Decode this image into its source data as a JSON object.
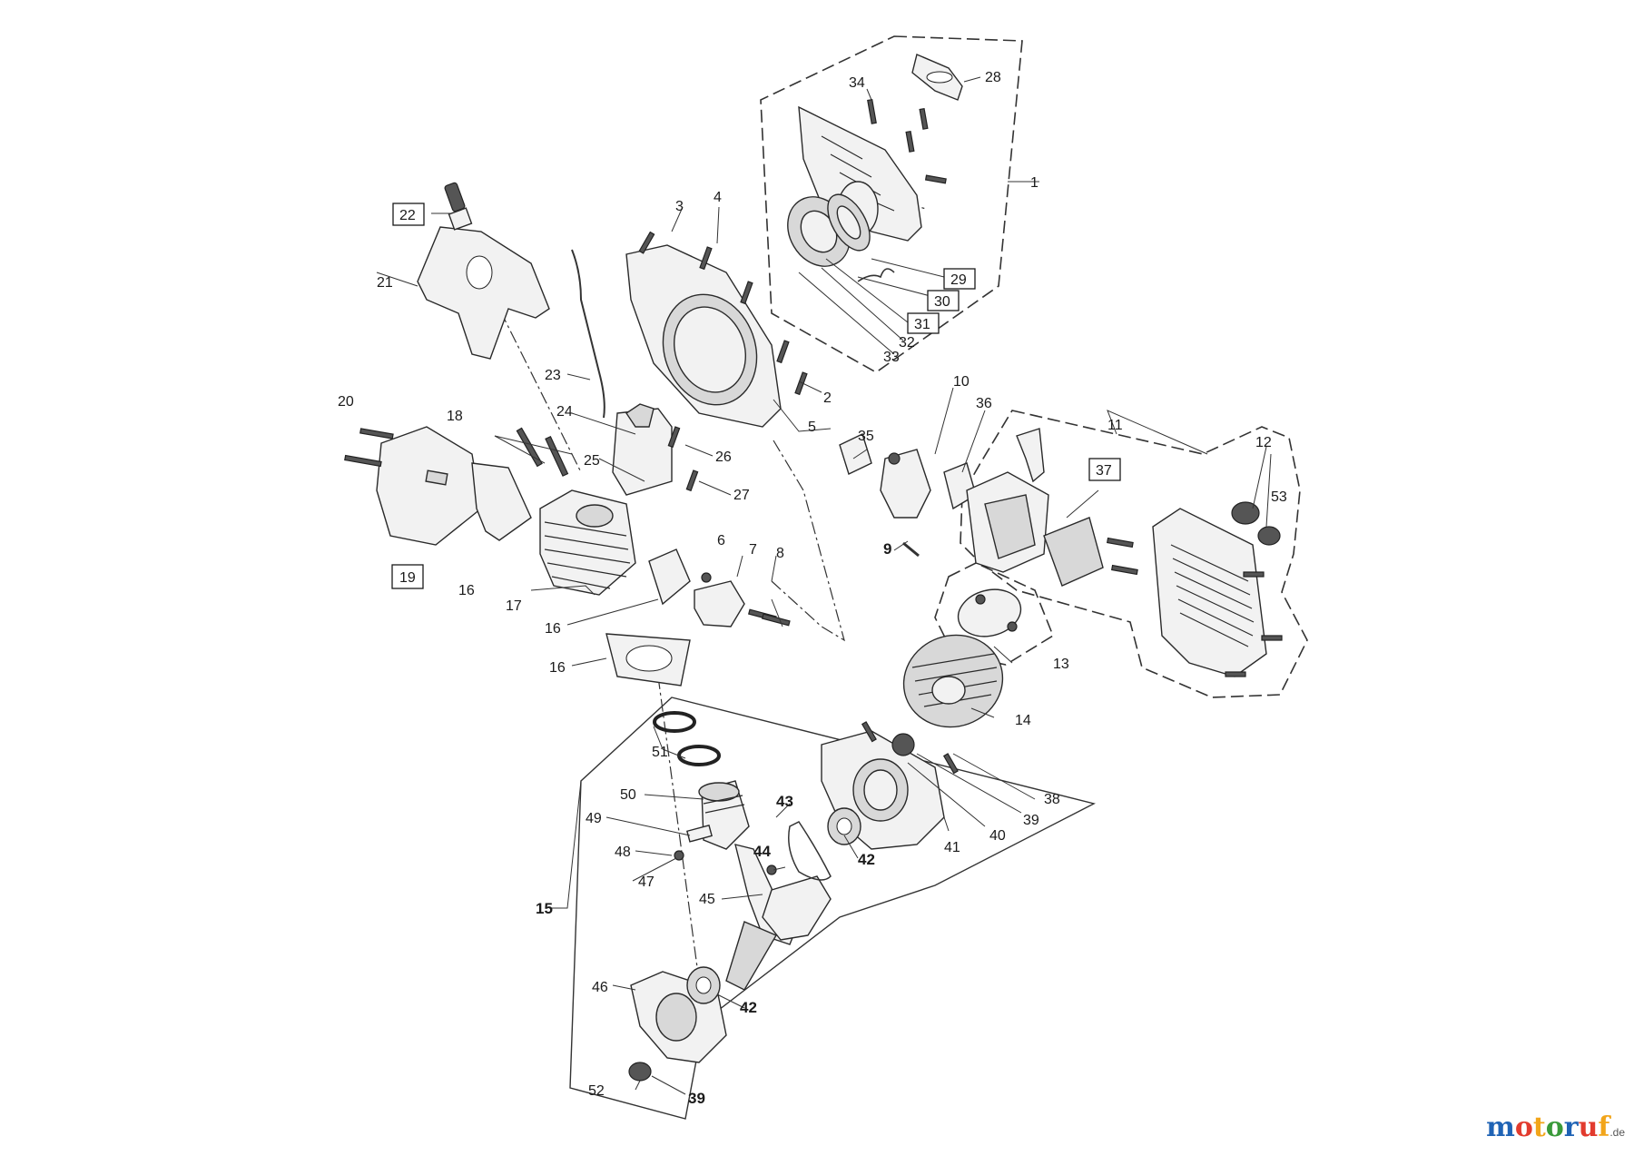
{
  "diagram": {
    "labels": [
      {
        "id": "1",
        "text": "1"
      },
      {
        "id": "2",
        "text": "2"
      },
      {
        "id": "3",
        "text": "3"
      },
      {
        "id": "4",
        "text": "4"
      },
      {
        "id": "5",
        "text": "5"
      },
      {
        "id": "6",
        "text": "6"
      },
      {
        "id": "7",
        "text": "7"
      },
      {
        "id": "8",
        "text": "8"
      },
      {
        "id": "9",
        "text": "9"
      },
      {
        "id": "10",
        "text": "10"
      },
      {
        "id": "11",
        "text": "11"
      },
      {
        "id": "12",
        "text": "12"
      },
      {
        "id": "13",
        "text": "13"
      },
      {
        "id": "14",
        "text": "14"
      },
      {
        "id": "15",
        "text": "15"
      },
      {
        "id": "16a",
        "text": "16"
      },
      {
        "id": "16b",
        "text": "16"
      },
      {
        "id": "16c",
        "text": "16"
      },
      {
        "id": "17",
        "text": "17"
      },
      {
        "id": "18",
        "text": "18"
      },
      {
        "id": "19",
        "text": "19"
      },
      {
        "id": "20",
        "text": "20"
      },
      {
        "id": "21",
        "text": "21"
      },
      {
        "id": "22",
        "text": "22"
      },
      {
        "id": "23",
        "text": "23"
      },
      {
        "id": "24",
        "text": "24"
      },
      {
        "id": "25",
        "text": "25"
      },
      {
        "id": "26",
        "text": "26"
      },
      {
        "id": "27",
        "text": "27"
      },
      {
        "id": "28",
        "text": "28"
      },
      {
        "id": "29",
        "text": "29"
      },
      {
        "id": "30",
        "text": "30"
      },
      {
        "id": "31",
        "text": "31"
      },
      {
        "id": "32",
        "text": "32"
      },
      {
        "id": "33",
        "text": "33"
      },
      {
        "id": "34",
        "text": "34"
      },
      {
        "id": "35",
        "text": "35"
      },
      {
        "id": "36",
        "text": "36"
      },
      {
        "id": "37",
        "text": "37"
      },
      {
        "id": "38",
        "text": "38"
      },
      {
        "id": "39a",
        "text": "39"
      },
      {
        "id": "39b",
        "text": "39"
      },
      {
        "id": "40",
        "text": "40"
      },
      {
        "id": "41",
        "text": "41"
      },
      {
        "id": "42a",
        "text": "42"
      },
      {
        "id": "42b",
        "text": "42"
      },
      {
        "id": "43",
        "text": "43"
      },
      {
        "id": "44",
        "text": "44"
      },
      {
        "id": "45",
        "text": "45"
      },
      {
        "id": "46",
        "text": "46"
      },
      {
        "id": "47",
        "text": "47"
      },
      {
        "id": "48",
        "text": "48"
      },
      {
        "id": "49",
        "text": "49"
      },
      {
        "id": "50",
        "text": "50"
      },
      {
        "id": "51",
        "text": "51"
      },
      {
        "id": "52",
        "text": "52"
      },
      {
        "id": "53",
        "text": "53"
      }
    ]
  },
  "logo": {
    "letters": [
      "m",
      "o",
      "t",
      "o",
      "r",
      "u",
      "f"
    ],
    "colors": [
      "#1f63b5",
      "#e23b2e",
      "#f2a51a",
      "#3a9a3a",
      "#1f63b5",
      "#e23b2e",
      "#f2a51a"
    ],
    "suffix": ".de"
  }
}
